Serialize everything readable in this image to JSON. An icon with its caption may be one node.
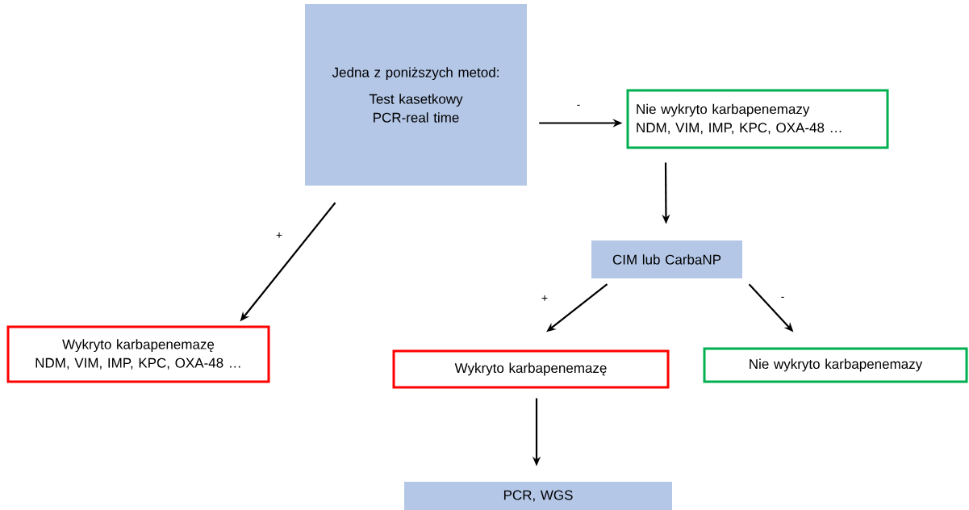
{
  "diagram": {
    "nodes": [
      {
        "text": [
          "Jedna z poniższych metod:",
          "Test kasetkowy",
          "PCR-real time"
        ]
      },
      {
        "text": [
          "Nie wykryto karbapenemazy",
          "NDM, VIM, IMP, KPC, OXA-48 …"
        ]
      },
      {
        "text": [
          "CIM lub CarbaNP"
        ]
      },
      {
        "text": [
          "Wykryto karbapenemazę",
          "NDM, VIM, IMP, KPC, OXA-48 …"
        ]
      },
      {
        "text": [
          "Wykryto karbapenemazę"
        ]
      },
      {
        "text": [
          "Nie wykryto  karbapenemazy"
        ]
      },
      {
        "text": [
          "PCR, WGS"
        ]
      }
    ],
    "edges": [
      {
        "from": 0,
        "to": 1,
        "arrow": "to",
        "label": "-"
      },
      {
        "from": 0,
        "to": 3,
        "arrow": "to",
        "label": "+"
      },
      {
        "from": 1,
        "to": 2,
        "arrow": "to"
      },
      {
        "from": 2,
        "to": 4,
        "arrow": "to",
        "label": "+"
      },
      {
        "from": 2,
        "to": 5,
        "arrow": "to",
        "label": "-"
      },
      {
        "from": 4,
        "to": 6,
        "arrow": "to"
      }
    ]
  }
}
